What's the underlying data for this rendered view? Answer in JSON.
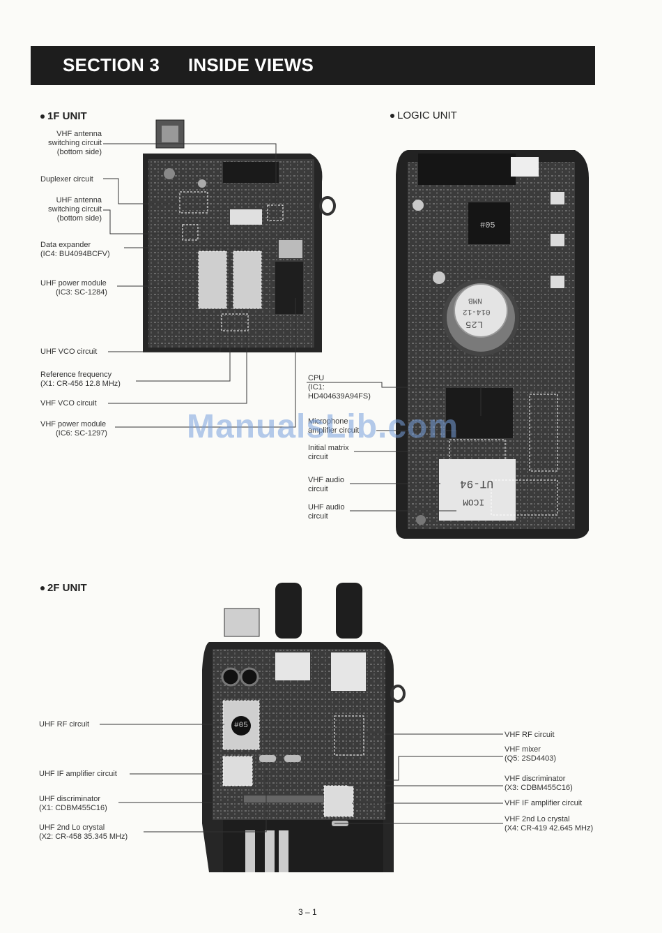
{
  "banner": {
    "section": "SECTION 3",
    "title": "INSIDE VIEWS"
  },
  "units": {
    "if1": "1F UNIT",
    "logic": "LOGIC UNIT",
    "if2": "2F UNIT"
  },
  "labels_1f": {
    "vhf_ant": [
      "VHF antenna",
      "switching circuit",
      "(bottom side)"
    ],
    "duplexer": [
      "Duplexer circuit"
    ],
    "uhf_ant": [
      "UHF antenna",
      "switching circuit",
      "(bottom side)"
    ],
    "data_exp": [
      "Data expander",
      "(IC4: BU4094BCFV)"
    ],
    "uhf_pm": [
      "UHF power module",
      "(IC3: SC-1284)"
    ],
    "uhf_vco": [
      "UHF VCO circuit"
    ],
    "ref_freq": [
      "Reference frequency",
      "(X1: CR-456  12.8 MHz)"
    ],
    "vhf_vco": [
      "VHF VCO circuit"
    ],
    "vhf_pm": [
      "VHF power module",
      "(IC6: SC-1297)"
    ]
  },
  "labels_logic": {
    "cpu": [
      "CPU",
      "(IC1:",
      "HD404639A94FS)"
    ],
    "mic_amp": [
      "Microphone",
      "amplifier circuit"
    ],
    "init_matrix": [
      "Initial matrix",
      "circuit"
    ],
    "vhf_audio": [
      "VHF audio",
      "circuit"
    ],
    "uhf_audio": [
      "UHF audio",
      "circuit"
    ]
  },
  "labels_2f": {
    "uhf_rf": [
      "UHF RF circuit"
    ],
    "uhf_if_amp": [
      "UHF IF amplifier circuit"
    ],
    "uhf_disc": [
      "UHF discriminator",
      "(X1: CDBM455C16)"
    ],
    "uhf_2nd_lo": [
      "UHF 2nd Lo crystal",
      "(X2: CR-458  35.345 MHz)"
    ],
    "vhf_rf": [
      "VHF RF circuit"
    ],
    "vhf_mixer": [
      "VHF mixer",
      "(Q5: 2SD4403)"
    ],
    "vhf_disc": [
      "VHF discriminator",
      "(X3: CDBM455C16)"
    ],
    "vhf_if_amp": [
      "VHF IF amplifier circuit"
    ],
    "vhf_2nd_lo": [
      "VHF 2nd Lo crystal",
      "(X4: CR-419  42.645 MHz)"
    ]
  },
  "board_marks": {
    "chip_logic": "#05",
    "speaker_l1": "NMB",
    "speaker_l2": "014-12",
    "speaker_l3": "L25",
    "ut94": "UT-94",
    "icom": "ICOM",
    "chip_2f": "#05"
  },
  "watermark": "ManualsLib.com",
  "page_number": "3 – 1",
  "colors": {
    "banner_bg": "#1d1d1d",
    "board_dark": "#2a2a2a",
    "board_mid": "#4a4a4a"
  }
}
